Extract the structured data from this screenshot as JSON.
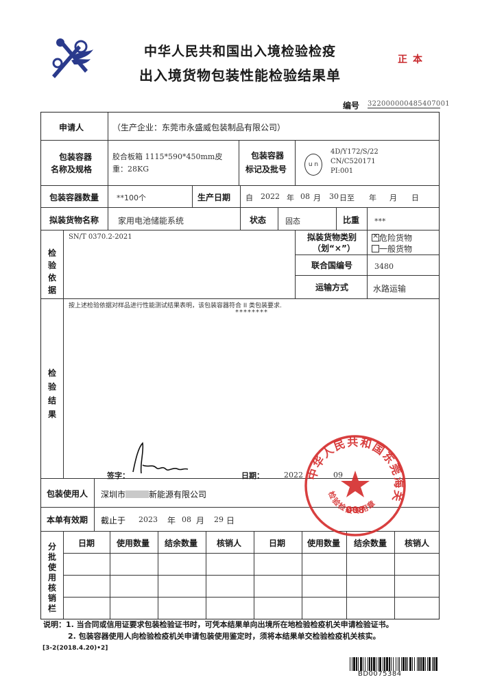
{
  "header": {
    "title_line1": "中华人民共和国出入境检验检疫",
    "title_line2": "出入境货物包装性能检验结果单",
    "copy_mark": "正本",
    "number_label": "编号",
    "number_value": "322000000485407001"
  },
  "form": {
    "applicant_label": "申请人",
    "applicant_value": "（生产企业：东莞市永盛威包装制品有限公司）",
    "container_name_label_1": "包装容器",
    "container_name_label_2": "名称及规格",
    "container_name_value_1": "胶合板箱 1115*590*450mm皮",
    "container_name_value_2": "重：28KG",
    "container_mark_label_1": "包装容器",
    "container_mark_label_2": "标记及批号",
    "un_mark": "u n",
    "mark_line1": "4D/Y172/S/22",
    "mark_line2": "CN/C520171",
    "mark_line3": "PI:001",
    "quantity_label": "包装容器数量",
    "quantity_value": "**100个",
    "production_date_label": "生产日期",
    "production_date_from": "自",
    "production_date_year": "2022",
    "production_date_year_unit": "年",
    "production_date_month": "08",
    "production_date_month_unit": "月",
    "production_date_day": "30",
    "production_date_to": "日至",
    "production_date_end_year": "年",
    "production_date_end_month": "月",
    "production_date_end_day": "日",
    "goods_name_label": "拟装货物名称",
    "goods_name_value": "家用电池储能系统",
    "state_label": "状态",
    "state_value": "固态",
    "density_label": "比重",
    "density_value": "***",
    "basis_label": "检验依据",
    "basis_value": "SN/T 0370.2-2021",
    "goods_category_label_1": "拟装货物类别",
    "goods_category_label_2": "（划“×”）",
    "category_option_1": "危险货物",
    "category_option_2": "一般货物",
    "un_number_label": "联合国编号",
    "un_number_value": "3480",
    "transport_label": "运输方式",
    "transport_value": "水路运输",
    "result_label": "检验结果",
    "result_text": "按上述检验依据对样品进行性能测试结果表明，该包装容器符合 II 类包装要求.",
    "result_stars": "********",
    "sign_label": "签字：",
    "date_label": "日期：",
    "sign_date_year": "2022",
    "sign_date_month": "09",
    "user_label": "包装使用人",
    "user_value": "深圳市",
    "user_value_2": "新能源有限公司",
    "validity_label": "本单有效期",
    "validity_prefix": "截止于",
    "validity_year": "2023",
    "validity_year_unit": "年",
    "validity_month": "08",
    "validity_month_unit": "月",
    "validity_day": "29",
    "validity_day_unit": "日",
    "writeoff_label": "分批使用核销栏",
    "writeoff_columns": [
      "日期",
      "使用数量",
      "结余数量",
      "核销人",
      "日期",
      "使用数量",
      "结余数量",
      "核销人"
    ]
  },
  "seal": {
    "text": "中华人民共和国东莞海关",
    "sub_text": "检验检疫专用章",
    "number": "008",
    "color": "#d42a2a"
  },
  "notes": {
    "line1": "说明：1. 当合同或信用证要求包装检验证书时，可凭本结果单向出境所在地检验检疫机关申请检验证书。",
    "line2": "2. 包装容器使用人向检验检疫机关申请包装使用鉴定时，须将本结果单交检验检疫机关核实。",
    "form_code": "[3-2(2018.4.20)•2]",
    "barcode_text": "BD0075384"
  }
}
